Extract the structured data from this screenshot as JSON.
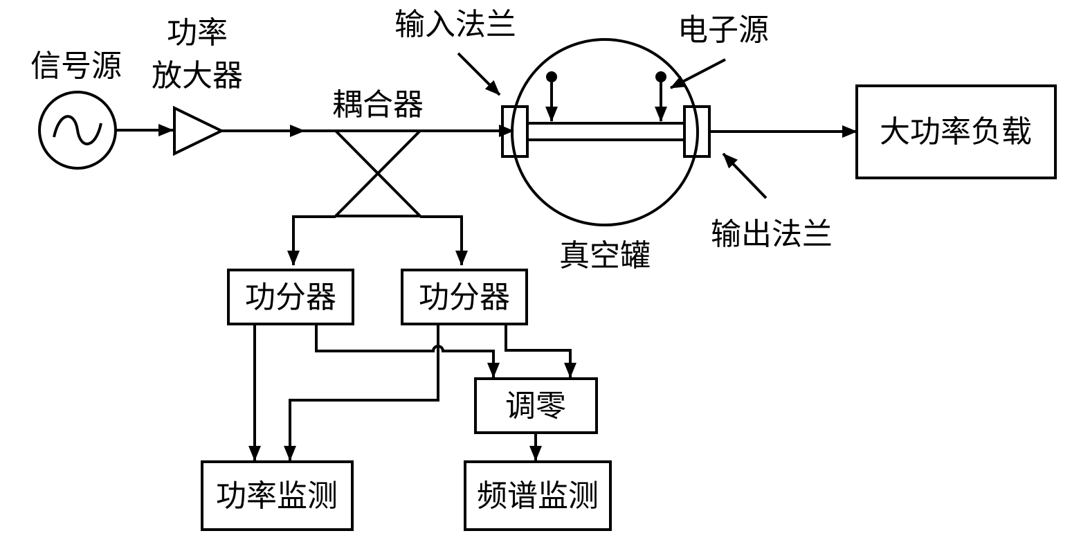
{
  "title": "行波管测试系统框图",
  "labels": {
    "signal_source": "信号源",
    "amplifier_line1": "功率",
    "amplifier_line2": "放大器",
    "coupler": "耦合器",
    "input_flange": "输入法兰",
    "electron_source": "电子源",
    "vacuum_tank": "真空罐",
    "output_flange": "输出法兰",
    "load": "大功率负载",
    "splitter_left": "功分器",
    "splitter_right": "功分器",
    "nulling": "调零",
    "power_monitor": "功率监测",
    "spectrum_monitor": "频谱监测"
  },
  "icons": {
    "signal_source": "sine-source-icon",
    "amplifier": "triangle-amplifier-icon",
    "coupler": "cross-coupler-icon"
  },
  "colors": {
    "stroke": "#000000",
    "background": "#ffffff"
  }
}
